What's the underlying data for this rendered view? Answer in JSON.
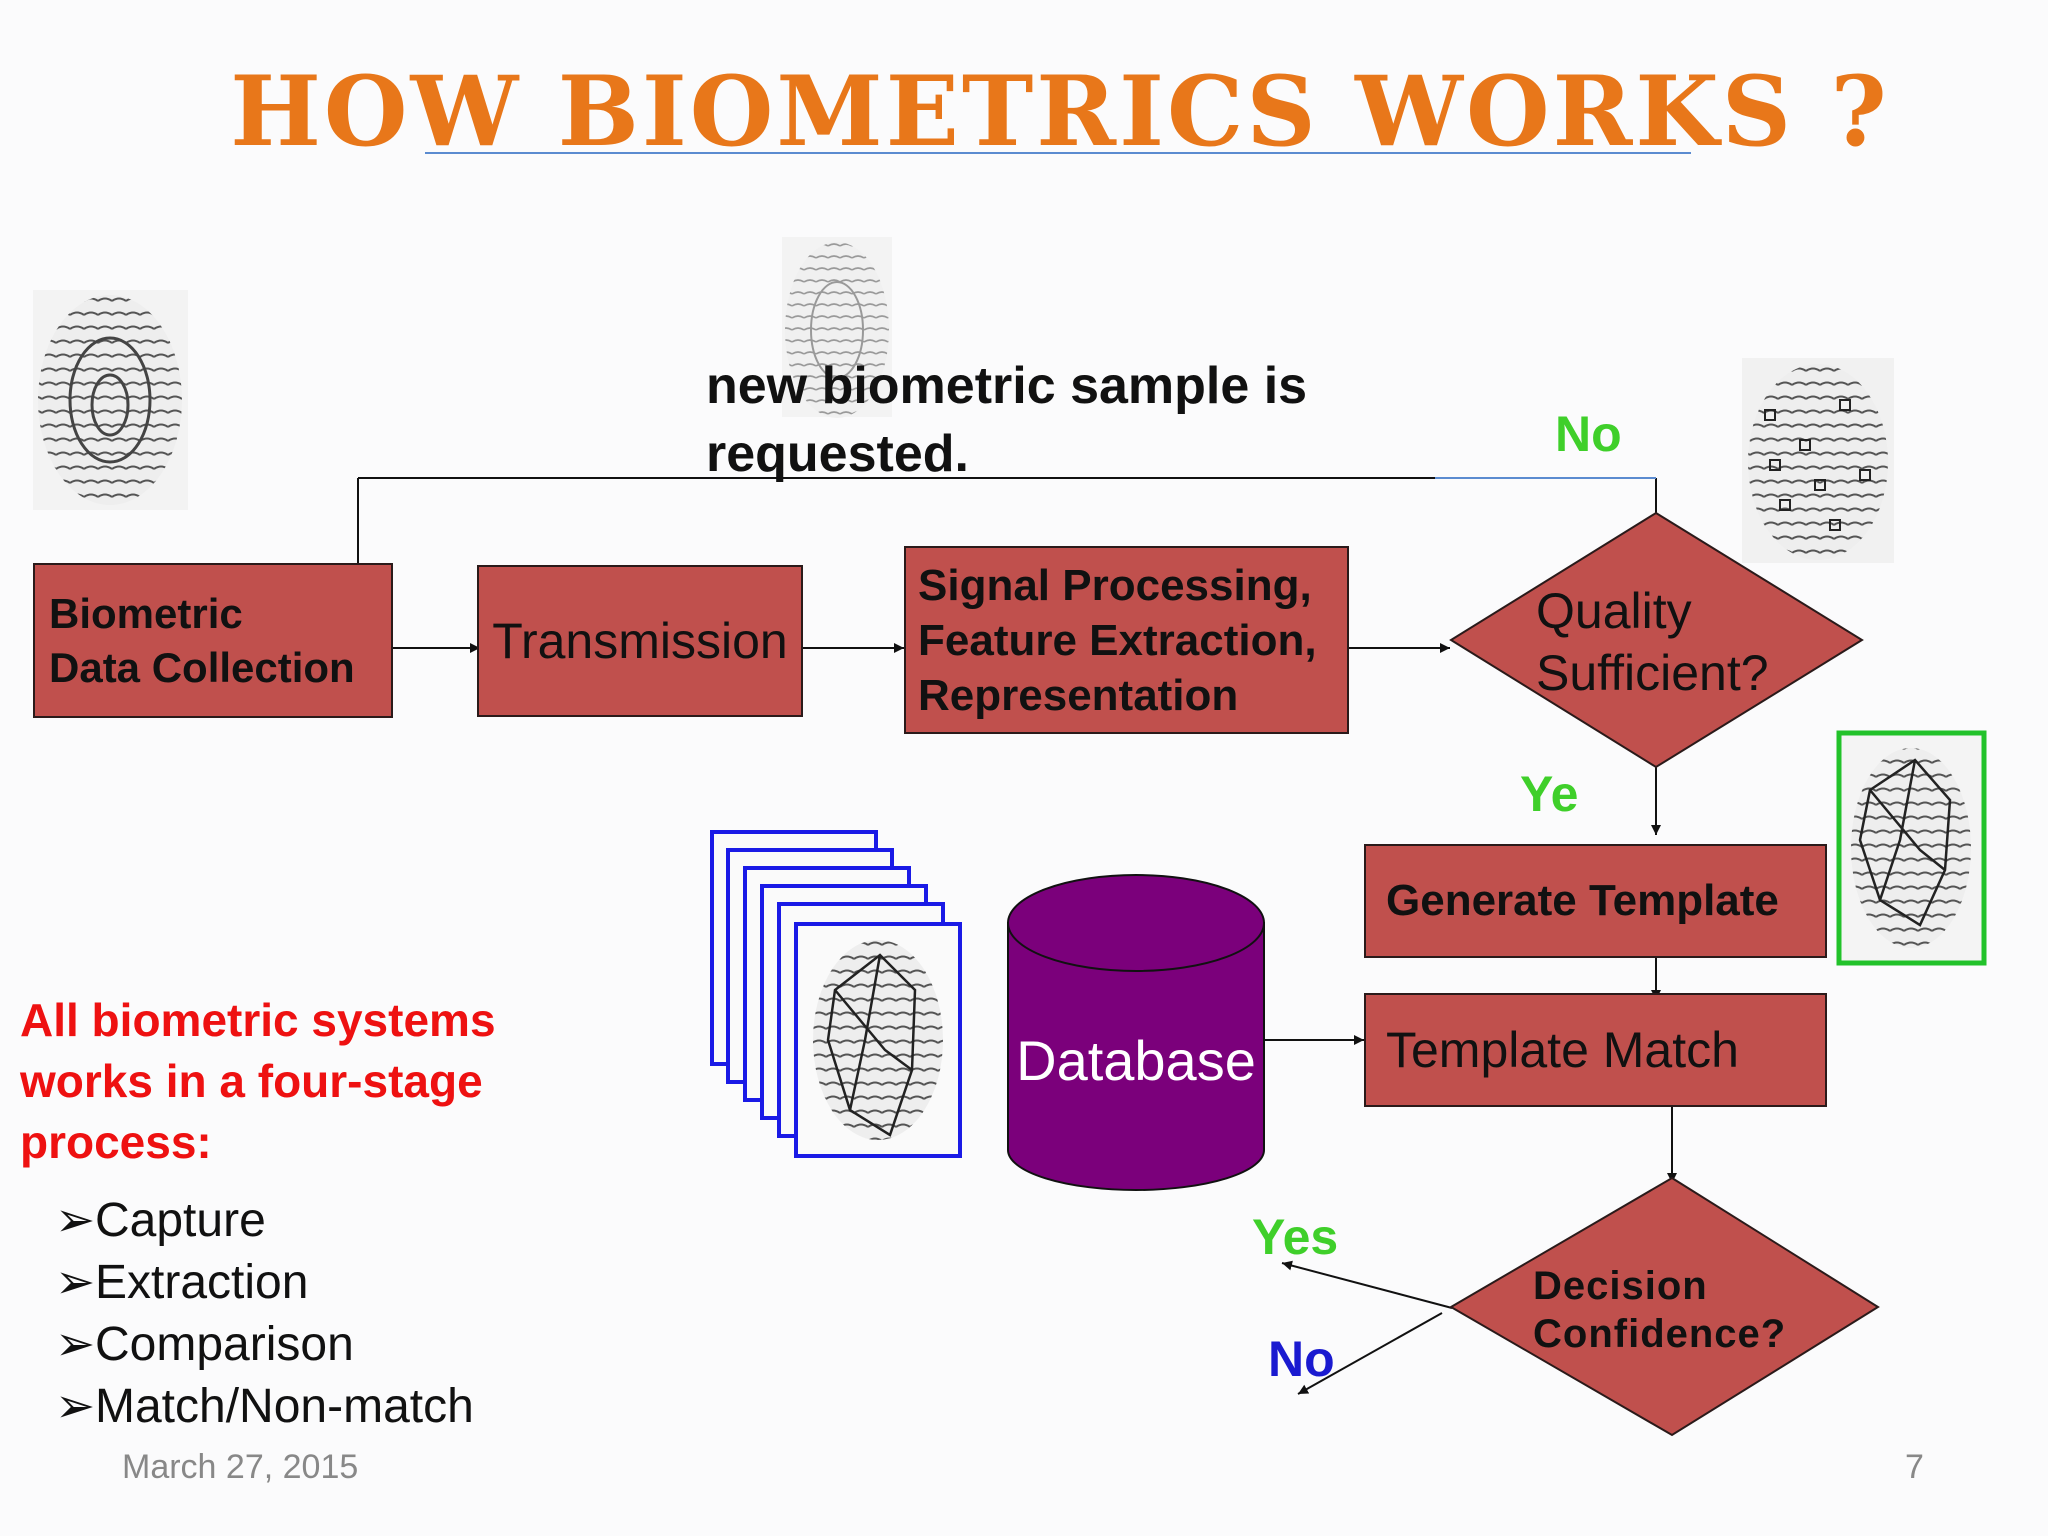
{
  "title": "HOW BIOMETRICS WORKS ?",
  "note": {
    "line1": "new biometric sample is",
    "line2": "requested."
  },
  "boxes": {
    "collection": {
      "line1": "Biometric",
      "line2": "Data Collection"
    },
    "transmission": "Transmission",
    "processing": {
      "line1": "Signal Processing,",
      "line2": "Feature Extraction,",
      "line3": "Representation"
    },
    "quality": {
      "line1": "Quality",
      "line2": "Sufficient?"
    },
    "generate": "Generate Template",
    "match": "Template Match",
    "database": "Database",
    "decision": {
      "line1": "Decision",
      "line2": "Confidence?"
    }
  },
  "labels": {
    "no_top": "No",
    "ye": "Ye",
    "yes": "Yes",
    "no_bottom": "No"
  },
  "side": {
    "heading": {
      "line1": "All biometric systems",
      "line2": "works in a four-stage",
      "line3": "process:"
    },
    "bullet_glyph": "➢",
    "bullets": [
      "Capture",
      "Extraction",
      "Comparison",
      "Match/Non-match"
    ]
  },
  "footer": {
    "date": "March 27, 2015",
    "page": "7"
  },
  "colors": {
    "title": "#e8771a",
    "box": "#c0504d",
    "database": "#7b007b",
    "green": "#3fcf2a",
    "blue": "#1a1ad0",
    "red": "#ee1111",
    "card": "#1a1ae6",
    "template_frame": "#22c22a"
  },
  "icons": [
    "fingerprint-icon",
    "fingerprint-minutiae-icon",
    "fingerprint-template-icon"
  ]
}
